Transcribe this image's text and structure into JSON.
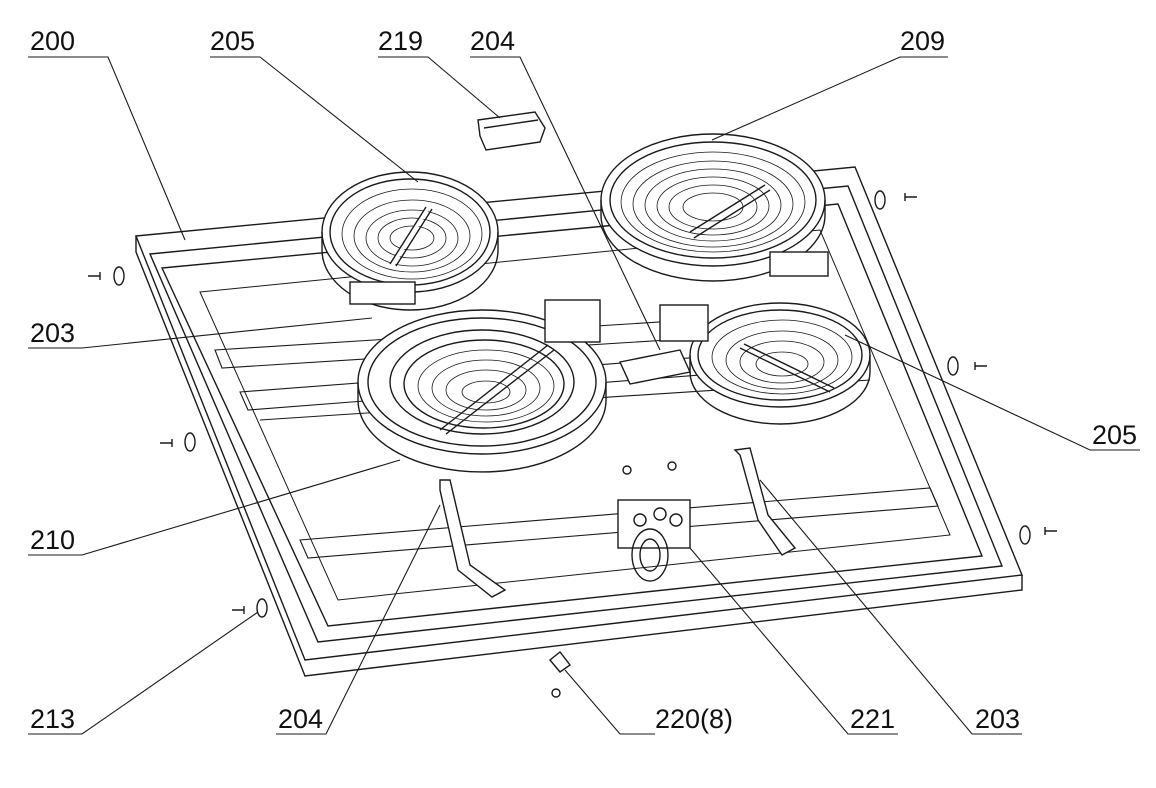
{
  "callouts": {
    "c200": "200",
    "c205_top": "205",
    "c219": "219",
    "c204_top": "204",
    "c209": "209",
    "c203_left": "203",
    "c205_right": "205",
    "c210": "210",
    "c213": "213",
    "c204_bottom": "204",
    "c220": "220(8)",
    "c221": "221",
    "c203_bottom": "203"
  },
  "colors": {
    "line": "#1a1a1a",
    "fill": "#ffffff",
    "shade": "#cfcfcf"
  }
}
